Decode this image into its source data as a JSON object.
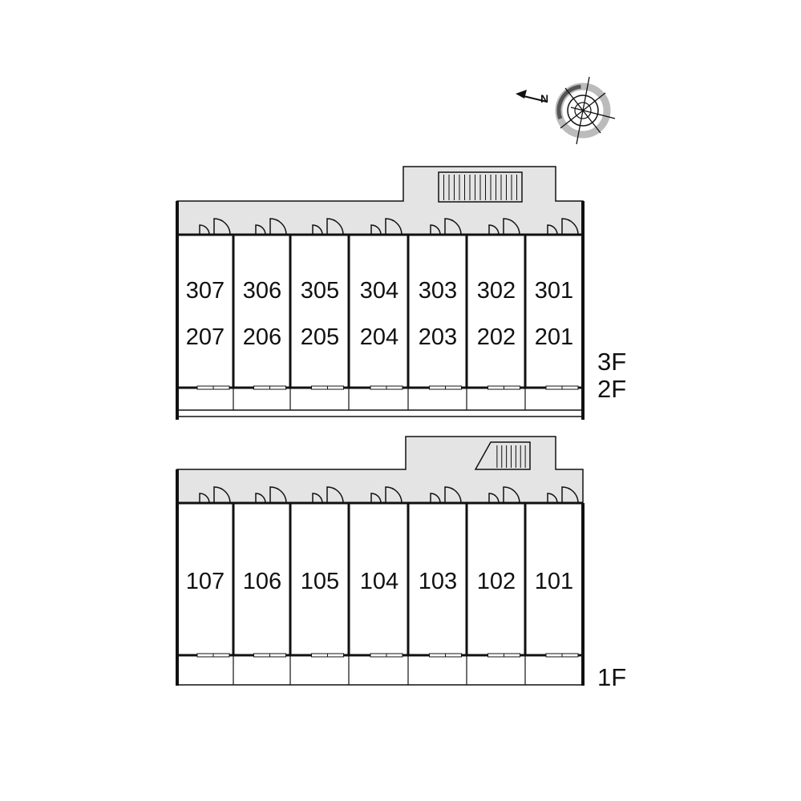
{
  "compass": {
    "north_label": "N",
    "icon": "compass-icon"
  },
  "upper_block": {
    "floor_labels": [
      "3F",
      "2F"
    ],
    "units": [
      {
        "top": "307",
        "bottom": "207"
      },
      {
        "top": "306",
        "bottom": "206"
      },
      {
        "top": "305",
        "bottom": "205"
      },
      {
        "top": "304",
        "bottom": "204"
      },
      {
        "top": "303",
        "bottom": "203"
      },
      {
        "top": "302",
        "bottom": "202"
      },
      {
        "top": "301",
        "bottom": "201"
      }
    ]
  },
  "lower_block": {
    "floor_labels": [
      "1F"
    ],
    "units": [
      "107",
      "106",
      "105",
      "104",
      "103",
      "102",
      "101"
    ]
  },
  "colors": {
    "corridor_fill": "#e4e4e4",
    "wall": "#111111"
  }
}
